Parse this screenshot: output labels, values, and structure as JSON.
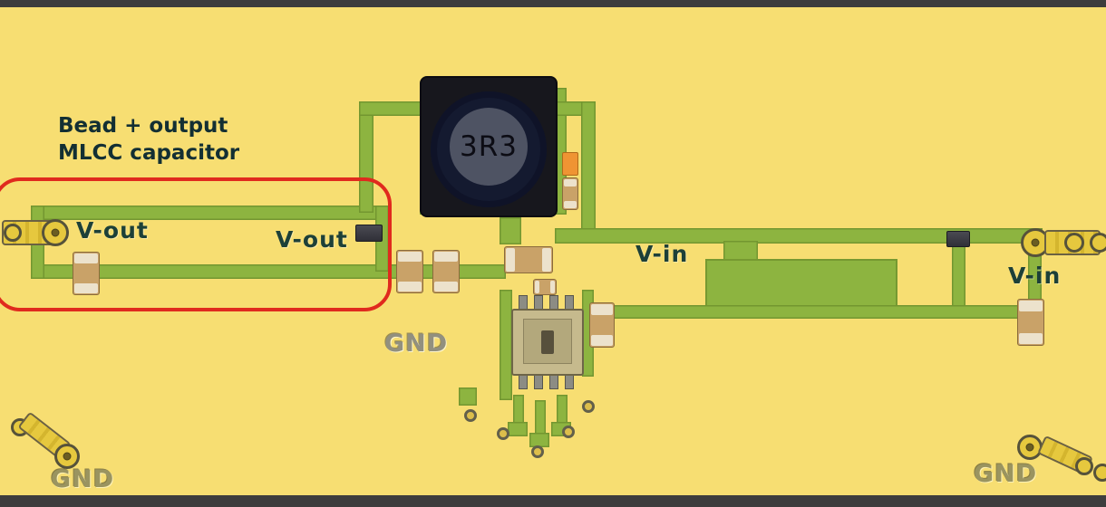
{
  "board": {
    "annotation": {
      "line1": "Bead + output",
      "line2": "MLCC capacitor"
    },
    "labels": {
      "vout_pad": "V-out",
      "vout_trace": "V-out",
      "gnd_center": "GND",
      "vin_trace": "V-in",
      "vin_pad": "V-in",
      "gnd_bottom_left": "GND",
      "gnd_bottom_right": "GND"
    },
    "components": {
      "inductor_value": "3R3"
    },
    "colors": {
      "board": "#f7de72",
      "copper": "#8db440",
      "annotation_red": "#e02a1e",
      "label_dark": "#1d4038",
      "capacitor_body": "#c9a268",
      "capacitor_terminal": "#ece2cc",
      "inductor_body": "#17171d",
      "connector_gold": "#e6c83e"
    }
  }
}
